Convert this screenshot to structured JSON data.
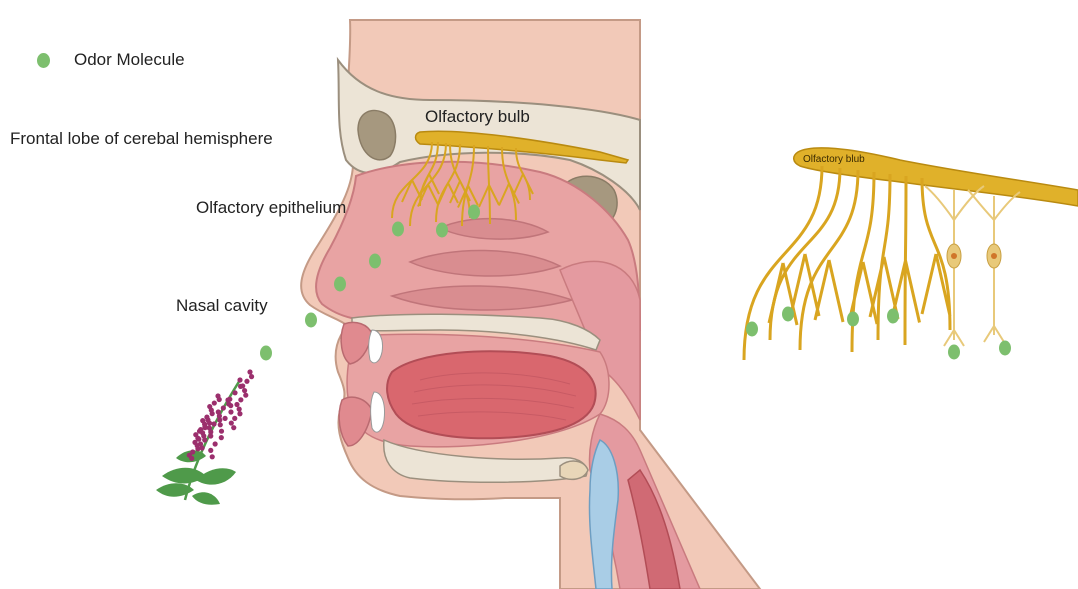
{
  "legend": {
    "label": "Odor Molecule",
    "dot_color": "#7dbf6e"
  },
  "labels": {
    "frontal_lobe": "Frontal lobe of cerebal hemisphere",
    "olfactory_bulb": "Olfactory bulb",
    "olfactory_epithelium": "Olfactory epithelium",
    "nasal_cavity": "Nasal cavity",
    "inset_bulb": "Olfactory blub"
  },
  "colors": {
    "skin": "#f2c9b8",
    "skin_outline": "#c49a86",
    "bone": "#ece4d6",
    "bone_outline": "#9b8f7e",
    "sinus": "#a6987f",
    "cavity": "#e8a3a3",
    "cavity_dark": "#d97f83",
    "tongue": "#d9676e",
    "nerve": "#e0b12a",
    "nerve_dark": "#b98a10",
    "cartilage": "#a9cde6",
    "plant_flower": "#9b2f6d",
    "plant_leaf": "#4f9a4a",
    "odor": "#7dbf6e"
  }
}
